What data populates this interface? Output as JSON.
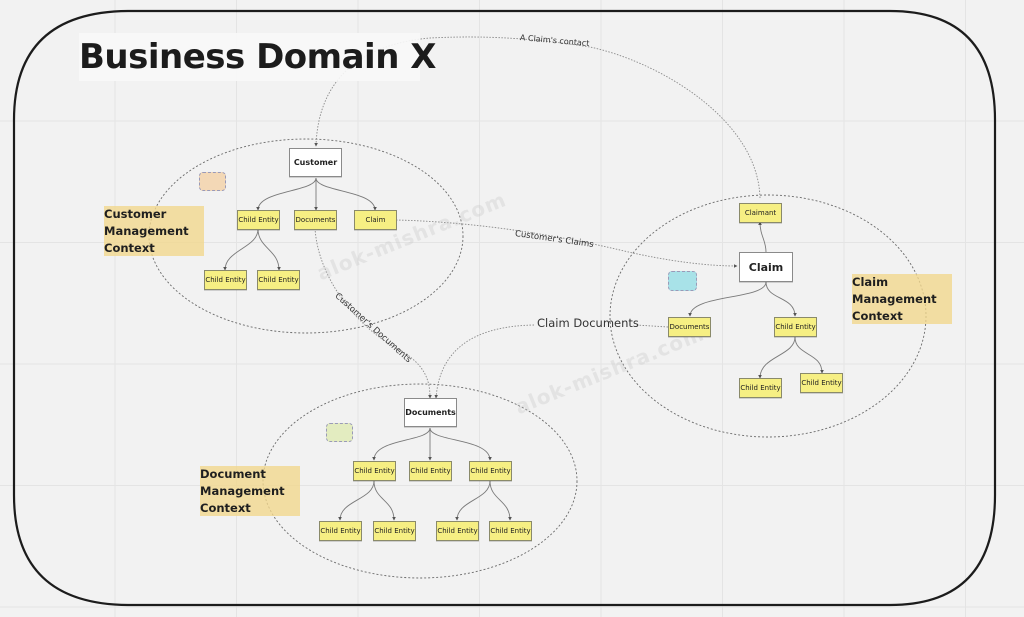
{
  "title": "Business Domain X",
  "watermark": "alok-mishra.com",
  "colors": {
    "sticky": "#f6ef83",
    "context_label_bg": "#f2d78c",
    "customer_swatch": "#f3d8b6",
    "claim_swatch": "#a8e2e8",
    "document_swatch": "#e3ecc0",
    "frame": "#1c1c1c"
  },
  "contexts": {
    "customer": {
      "label_lines": [
        "Customer",
        "Management",
        "Context"
      ],
      "root": "Customer",
      "children": [
        "Child Entity",
        "Documents",
        "Claim"
      ],
      "grandchildren": [
        "Child Entity",
        "Child Entity"
      ]
    },
    "claim": {
      "label_lines": [
        "Claim",
        "Management",
        "Context"
      ],
      "root": "Claim",
      "parent": "Claimant",
      "children": [
        "Documents",
        "Child Entity"
      ],
      "grandchildren": [
        "Child Entity",
        "Child Entity"
      ]
    },
    "document": {
      "label_lines": [
        "Document",
        "Management",
        "Context"
      ],
      "root": "Documents",
      "children": [
        "Child Entity",
        "Child Entity",
        "Child Entity"
      ],
      "grandchildren": [
        "Child Entity",
        "Child Entity",
        "Child Entity",
        "Child Entity"
      ]
    }
  },
  "relationships": {
    "claims_contact": "A Claim's contact",
    "customers_claims": "Customer's Claims",
    "customers_documents": "Customer's Documents",
    "claim_documents": "Claim Documents"
  }
}
